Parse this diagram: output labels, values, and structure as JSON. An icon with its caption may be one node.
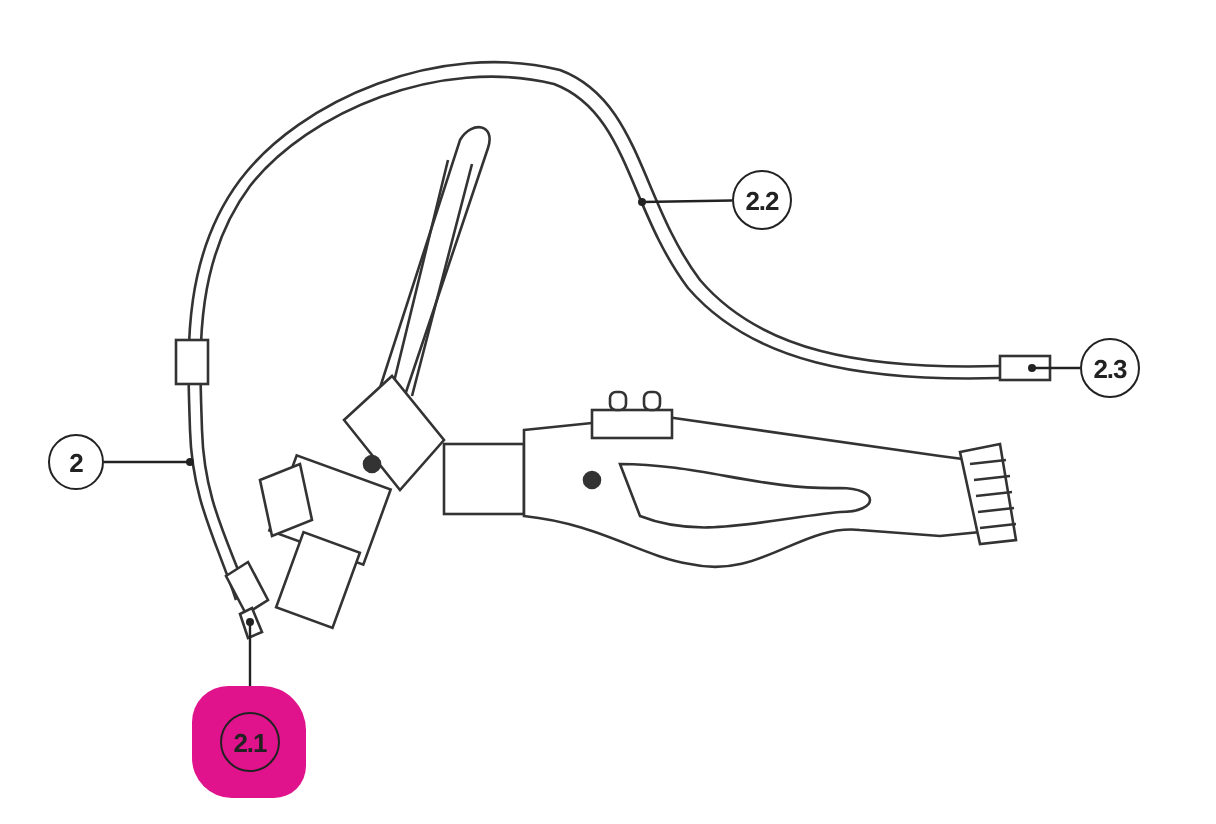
{
  "diagram": {
    "nodes": [
      {
        "text": [
          "2"
        ]
      },
      {
        "text": [
          "2.2"
        ]
      },
      {
        "text": [
          "2.3"
        ]
      },
      {
        "text": [
          "2.1"
        ]
      }
    ],
    "edges": [
      {
        "from": 0,
        "to": null,
        "arrow": "other"
      },
      {
        "from": 1,
        "to": null,
        "arrow": "other"
      },
      {
        "from": 2,
        "to": null,
        "arrow": "other"
      },
      {
        "from": 3,
        "to": null,
        "arrow": "other"
      }
    ]
  }
}
